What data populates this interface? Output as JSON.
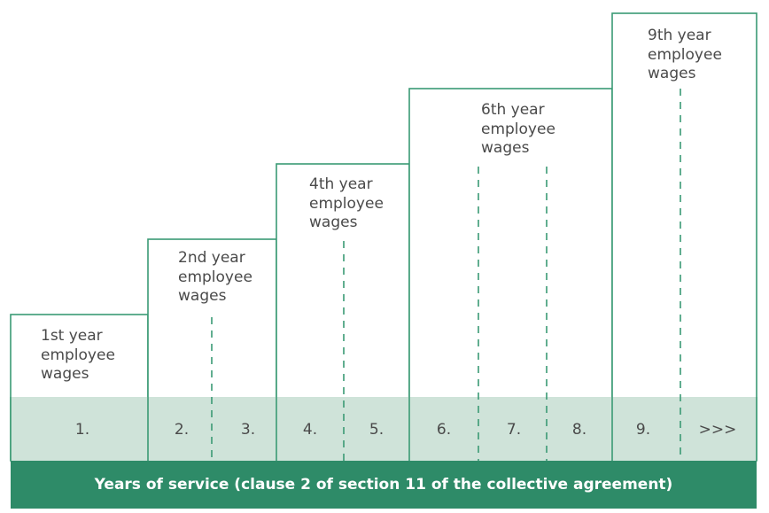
{
  "steps": [
    {
      "lines": [
        "1st year",
        "employee",
        "wages"
      ]
    },
    {
      "lines": [
        "2nd year",
        "employee",
        "wages"
      ]
    },
    {
      "lines": [
        "4th year",
        "employee",
        "wages"
      ]
    },
    {
      "lines": [
        "6th year",
        "employee",
        "wages"
      ]
    },
    {
      "lines": [
        "9th year",
        "employee",
        "wages"
      ]
    }
  ],
  "years": [
    "1.",
    "2.",
    "3.",
    "4.",
    "5.",
    "6.",
    "7.",
    "8.",
    "9.",
    ">>>"
  ],
  "footer": "Years of service (clause 2 of section 11 of the collective agreement)",
  "colors": {
    "outline": "#3a9a74",
    "band": "#cfe3d9",
    "footer": "#2e8b68",
    "text": "#4a4a4a"
  }
}
